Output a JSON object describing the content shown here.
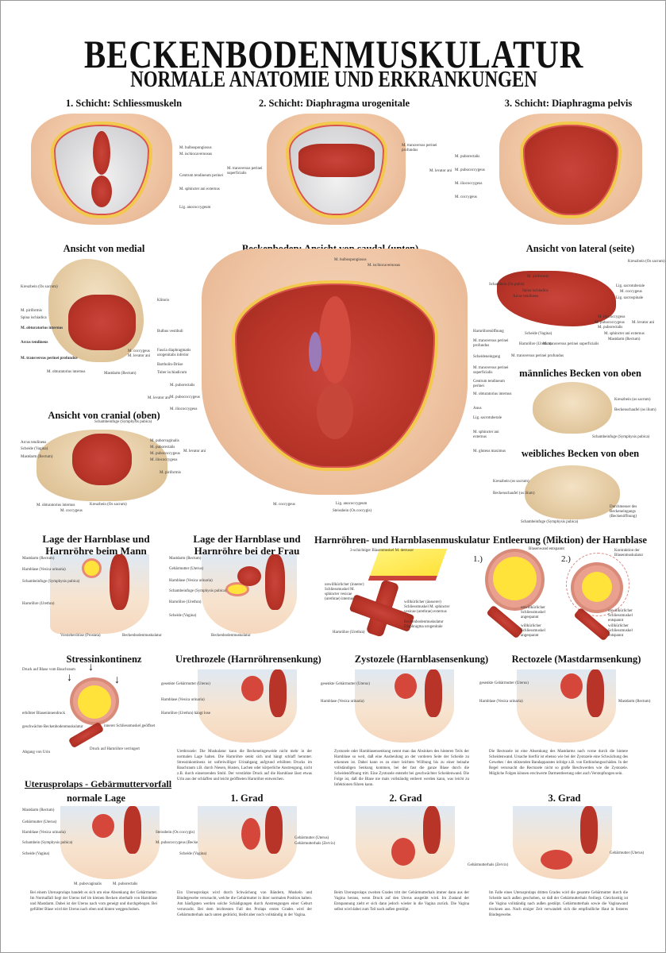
{
  "header": {
    "title": "BECKENBODENMUSKULATUR",
    "subtitle": "NORMALE ANATOMIE UND ERKRANKUNGEN"
  },
  "layers": [
    {
      "title": "1. Schicht: Schliessmuskeln",
      "labels": [
        "M. bulbospongiosus",
        "M. ischiocavernosus",
        "Centrum tendineum perinei",
        "M. sphincter ani externus",
        "Lig. anococcygeum"
      ]
    },
    {
      "title": "2. Schicht: Diaphragma urogenitale",
      "labels": [
        "M. transversus perinei profundus",
        "M. transversus perinei superficialis"
      ]
    },
    {
      "title": "3. Schicht: Diaphragma pelvis",
      "group_label": "M. levator ani",
      "labels": [
        "M. puborectalis",
        "M. pubococcygeus",
        "M. iliococcygeus",
        "M. coccygeus"
      ]
    }
  ],
  "medial": {
    "title": "Ansicht von medial",
    "labels": [
      "Kreuzbein (Os sacrum)",
      "M. piriformis",
      "Spina ischiadica",
      "M. obturatorius internus",
      "Arcus tendineus",
      "M. transversus perinei profundus",
      "M. obturatorius internus",
      "Mastdarm (Rectum)",
      "M. coccygeus",
      "M. levator ani"
    ]
  },
  "caudal": {
    "title": "Beckenboden: Ansicht von caudal (unten)",
    "top_labels": [
      "M. bulbospongiosus",
      "M. ischiocavernosus"
    ],
    "left_labels": [
      "Klitoris",
      "Bulbus vestibuli",
      "Fascia diaphragmatis urogenitalis inferior",
      "Bartholin-Drüse",
      "Tuber ischiadicum"
    ],
    "levator_group": "M. levator ani",
    "levator_labels": [
      "M. puborectalis",
      "M. pubococcygeus",
      "M. iliococcygeus"
    ],
    "right_labels": [
      "Harnröhrenöffnung",
      "M. transversus perinei profundus",
      "Scheideneingang",
      "M. transversus perinei superficialis",
      "Centrum tendineum perinei",
      "M. obturatorius internus",
      "Anus",
      "Lig. sacrotuberale",
      "M. sphincter ani externus",
      "M. gluteus maximus"
    ],
    "bottom_labels": [
      "M. coccygeus",
      "Lig. anococcygeum",
      "Steissbein (Os coccygis)"
    ]
  },
  "cranial": {
    "title": "Ansicht von cranial (oben)",
    "labels_left": [
      "Arcus tendineus",
      "Scheide (Vagina)",
      "Mastdarm (Rectum)"
    ],
    "labels_top": [
      "Schambeinfuge (Symphysis pubica)"
    ],
    "labels_right": [
      "M. puborvaginalis",
      "M. puborectalis",
      "M. pubococcygeus",
      "M. iliococcygeus",
      "M. piriformis"
    ],
    "levator_group": "M. levator ani",
    "labels_bottom": [
      "M. obturatorius internus",
      "M. coccygeus",
      "Kreuzbein (Os sacrum)"
    ]
  },
  "lateral": {
    "title": "Ansicht von lateral (seite)",
    "labels_left": [
      "Schambein (Os pubis)",
      "Spina ischiadica",
      "Arcus tendineus",
      "M. piriformis"
    ],
    "labels_right": [
      "Kreuzbein (Os sacrum)",
      "Lig. sacrotuberale",
      "M. coccygeus",
      "Lig. sacrospinale",
      "M. iliococcygeus",
      "M. pubococcygeus",
      "M. puborectalis",
      "M. sphincter ani externus",
      "Mastdarm (Rectum)"
    ],
    "levator_group": "M. levator ani",
    "labels_bottom": [
      "Scheide (Vagina)",
      "Harnröhre (Urethra)",
      "M. transversus perinei superficialis",
      "M. transversus perinei profundus"
    ]
  },
  "male_pelvis": {
    "title": "männliches Becken von oben",
    "labels": [
      "Kreuzbein (os sacrum)",
      "Beckenschaufel (os ilium)",
      "Schambeinfuge (Symphysis pubica)"
    ]
  },
  "female_pelvis": {
    "title": "weibliches Becken von oben",
    "labels": [
      "Kreuzbein (os sacrum)",
      "Beckenschaufel (os ilium)",
      "Durchmesser des Beckeneingangs (Beckenöffnung)",
      "Schambeinfuge (Symphysis pubica)"
    ]
  },
  "bladder_male": {
    "title": [
      "Lage der Harnblase und",
      "Harnröhre beim Mann"
    ],
    "labels": [
      "Mastdarm (Rectum)",
      "Harnblase (Vesica urinaria)",
      "Schambeinfuge (Symphysis pubica)",
      "Harnröhre (Urethra)",
      "Vorsteherdrüse (Prostata)",
      "Beckenbodenmuskulatur"
    ]
  },
  "bladder_female": {
    "title": [
      "Lage der Harnblase und",
      "Harnröhre bei der Frau"
    ],
    "labels": [
      "Mastdarm (Rectum)",
      "Gebärmutter (Uterus)",
      "Harnblase (Vesica urinaria)",
      "Schambeinfuge (Symphysis pubica)",
      "Harnröhre (Urethra)",
      "Scheide (Vagina)",
      "Beckenbodenmuskulatur"
    ]
  },
  "urethra_muscles": {
    "title": "Harnröhren- und Harnblasenmuskulatur",
    "labels": [
      "3-schichtiger Blasenmuskel M. detrusor",
      "unwillkürlicher (innerer) Schliessmuskel M. sphincter vesicae (urethrae) internus",
      "willkürlicher (äusserer) Schliessmuskel M. sphincter vesicae (urethrae) externus",
      "Beckenbodenmuskulatur Diaphragma urogenitale",
      "Harnröhre (Urethra)"
    ]
  },
  "micturition": {
    "title": "Entleerung (Miktion) der Harnblase",
    "step1": "1.)",
    "step2": "2.)",
    "labels1": [
      "Blasenwand entspannt",
      "unwillkürlicher Schliessmuskel angespannt",
      "willkürlicher Schliessmuskel angespannt"
    ],
    "labels2": [
      "Kontraktion der Blasenmuskulatur",
      "unwillkürlicher Schliessmuskel entspannt",
      "willkürlicher Schliessmuskel entspannt"
    ]
  },
  "stress": {
    "title": "Stressinkontinenz",
    "labels": [
      "Druck auf Blase vom Bauchraum",
      "erhöhter Blaseninnendruck",
      "geschwächte Beckenbodenmuskulatur",
      "Abgang von Urin",
      "innerer Schliessmuskel geöffnet",
      "Druck auf Harnröhre verringert"
    ]
  },
  "urethrocele": {
    "title": "Urethrozele (Harnröhrensenkung)",
    "labels": [
      "gesenkte Gebärmutter (Uterus)",
      "Harnblase (Vesica urinaria)",
      "Harnröhre (Urethra) hängt lose"
    ],
    "text": "Urethrozele: Die Muskulatur kann die Beckeneingeweide nicht mehr in der normalen Lage halten. Die Harnröhre senkt sich und hängt schlaff herunter. Stressinkontinenz ist unfreiwilliger Urinabgang aufgrund erhöhten Drucks im Bauchraum z.B. durch Niesen, Husten, Lachen oder körperliche Anstrengung, nicht z.B. durch einsetzenden Stuhl. Der verstärkte Druck auf die Harnblase lässt etwas Urin aus der schlaffen und leicht geöffneten Harnröhre entweichen."
  },
  "cystocele": {
    "title": "Zystozele (Harnblasensenkung)",
    "labels": [
      "gesenkte Gebärmutter (Uterus)",
      "Harnblase (Vesica urinaria)"
    ],
    "text": "Zystozele oder Harnblasensenkung nennt man das Absinken des hinteren Teils der Harnblase so weit, daß eine Ausbeulung an der vorderen Seite der Scheide zu erkennen ist. Dabei kann es zu einer leichten Wölbung bis zu einer beinahe vollständigen Senkung kommen, bei der fast die ganze Blase durch die Scheidenöffnung tritt. Eine Zystozele entsteht bei geschwächter Scheidenwand. Die Folge ist, daß die Blase nie mals vollständig entleert werden kann, was leicht zu Infektionen führen kann."
  },
  "rectocele": {
    "title": "Rectozele (Mastdarmsenkung)",
    "labels": [
      "gesenkte Gebärmutter (Uterus)",
      "Harnblase (Vesica urinaria)",
      "Mastdarm (Rectum)"
    ],
    "text": "Die Rectozele ist eine Absenkung des Mastdarms nach vorne durch die hintere Scheidenwand. Ursache hierfür ist ebenso wie bei der Zystozele eine Schwächung des Gewebes / des stützenden Bandapparates infolge z.B. von Entbindungsschäden. In der Regel verursacht die Rectozele nicht so große Beschwerden wie die Zystozele. Mögliche Folgen können erschwerte Darmentleerung oder auch Verstopfungen sein."
  },
  "prolapse": {
    "section_title": "Uterusprolaps - Gebärmuttervorfall",
    "panels": [
      {
        "title": "normale Lage",
        "labels": [
          "Mastdarm (Rectum)",
          "Gebärmutter (Uterus)",
          "Harnblase (Vesica urinaria)",
          "Schambein (Symphysis pubica)",
          "Scheide (Vagina)",
          "Steissbein (Os coccygis)",
          "M. pubococcygeus (Beckenbodenmuskel)",
          "M. pubovaginalis",
          "M. puborectalis"
        ],
        "text": "Bei einem Uterusprolaps handelt es sich um eine Absenkung der Gebärmutter. Im Normalfall liegt der Uterus tief im kleinen Becken oberhalb von Harnblase und Mastdarm. Dabei ist der Uterus nach vorn geneigt und durchgebogen. Bei gefüllter Blase wird der Uterus nach oben und hinten weggeschoben."
      },
      {
        "title": "1. Grad",
        "labels": [
          "Scheide (Vagina)",
          "Gebärmutter (Uterus)",
          "Gebärmutterhals (Zervix)"
        ],
        "text": "Ein Uterusprolaps wird durch Schwächung von Bändern, Muskeln und Bindegewebe verursacht, welche die Gebärmutter in ihrer normalen Position halten. Am häufigsten werden solche Schädigungen durch Anstrengungen einer Geburt verursacht. Bei dem leichtesten Fall des Prolaps ersten Grades wird der Gebärmutterhals nach unten gedrückt, bleibt aber noch vollständig in der Vagina."
      },
      {
        "title": "2. Grad",
        "labels": [],
        "text": "Beim Uterusprolaps zweiten Grades tritt der Gebärmutterhals immer dann aus der Vagina heraus, wenn Druck auf den Uterus ausgeübt wird. Im Zustand der Entspannung zieht er sich dann jedoch wieder in die Vagina zurück. Die Vagina selbst wird dabei zum Teil nach außen gestülpt."
      },
      {
        "title": "3. Grad",
        "labels": [
          "Gebärmutterhals (Zervix)",
          "Gebärmutter (Uterus)"
        ],
        "text": "Im Falle eines Uterusprolaps dritten Grades wird die gesamte Gebärmutter durch die Scheide nach außen geschoben, so daß der Gebärmutterhals freiliegt. Gleichzeitig ist die Vagina vollständig nach außen gestülpt. Gebärmutterhals sowie die Vaginawand trocknen aus. Nach einiger Zeit verwandelt sich die empfindliche Haut in festeres Bindegewebe."
      }
    ]
  },
  "colors": {
    "muscle": "#b83428",
    "fat": "#f2c94c",
    "skin": "#eec3a2",
    "bone": "#e3c79c",
    "urine": "#ffe23a",
    "bladder_water": "#dfe9f3"
  }
}
